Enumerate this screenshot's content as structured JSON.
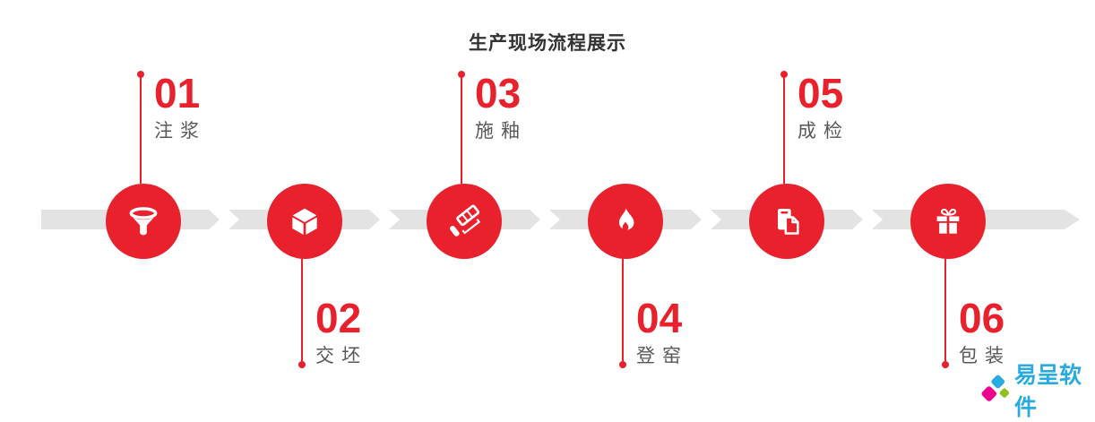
{
  "page": {
    "title": "生产现场流程展示"
  },
  "colors": {
    "accent_red": "#e8212d",
    "timeline_gray": "#e3e3e3",
    "title_color": "#333333",
    "label_gray": "#5a5757",
    "watermark_blue": "#29abe2",
    "logo_blue": "#29abe2",
    "logo_magenta": "#ec008c",
    "logo_green": "#8dc21f"
  },
  "steps": [
    {
      "number": "01",
      "label": "注浆",
      "position": "top",
      "icon": "funnel-icon"
    },
    {
      "number": "02",
      "label": "交坯",
      "position": "bottom",
      "icon": "cube-icon"
    },
    {
      "number": "03",
      "label": "施釉",
      "position": "top",
      "icon": "paint-roller-icon"
    },
    {
      "number": "04",
      "label": "登窑",
      "position": "bottom",
      "icon": "flame-icon"
    },
    {
      "number": "05",
      "label": "成检",
      "position": "top",
      "icon": "documents-icon"
    },
    {
      "number": "06",
      "label": "包装",
      "position": "bottom",
      "icon": "gift-icon"
    }
  ],
  "watermark": {
    "text": "易呈软件",
    "logo": "diamond-logo"
  }
}
